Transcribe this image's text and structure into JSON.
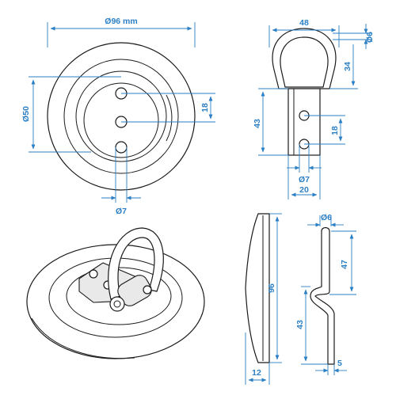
{
  "dimensions": {
    "top_diameter": "Ø96 mm",
    "top_inner_diameter": "Ø50",
    "top_hole_spacing": "18",
    "top_hole_diameter": "Ø7",
    "side_width": "48",
    "side_ring_thickness": "Ø6",
    "side_ring_height": "34",
    "side_plate_height": "43",
    "side_hole_spacing": "18",
    "side_hole_diameter": "Ø7",
    "side_plate_width": "20",
    "profile_height": "96",
    "profile_depth": "12",
    "clip_wire": "Ø6",
    "clip_upper": "47",
    "clip_lower": "43",
    "clip_thickness": "5"
  },
  "colors": {
    "dimension": "#2b7fc4",
    "outline": "#1a1a1a"
  }
}
